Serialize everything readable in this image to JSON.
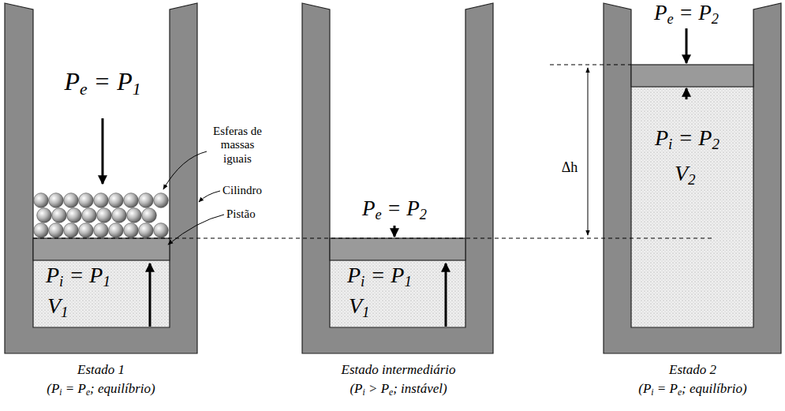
{
  "diagram": {
    "labels": [
      "Pe = P1",
      "Esferas de massas iguais",
      "Cilindro",
      "Pistão",
      "Pi = P1",
      "V1",
      "Estado 1",
      "(Pi = Pe; equilíbrio)",
      "Pe = P2",
      "Pi = P1",
      "V1",
      "Estado intermediário",
      "(Pi > Pe; instável)",
      "Pe = P2",
      "Δh",
      "Pi = P2",
      "V2",
      "Estado 2",
      "(Pi = Pe; equilíbrio)"
    ]
  }
}
